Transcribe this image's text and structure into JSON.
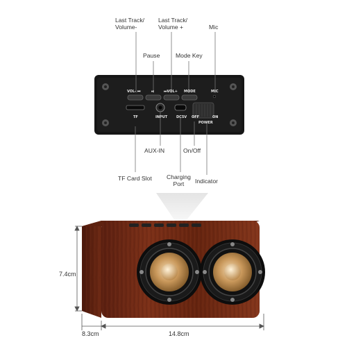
{
  "callouts": {
    "last_track_volume_minus": "Last Track/\nVolume-",
    "last_track_volume_plus": "Last Track/\nVolume +",
    "mic": "Mic",
    "pause": "Pause",
    "mode_key": "Mode Key",
    "aux_in": "AUX-IN",
    "on_off": "On/Off",
    "tf_card_slot": "TF Card Slot",
    "charging_port": "Charging\nPort",
    "indicator": "Indicator"
  },
  "panel_labels": {
    "vol_minus": "VOL- ⏮",
    "play": "⏯",
    "vol_plus": "⏭VOL+",
    "mode": "MODE",
    "mic": "MIC",
    "tf": "TF",
    "input": "INPUT",
    "dc5v": "DC5V",
    "off": "OFF",
    "on": "ON",
    "power": "POWER"
  },
  "dimensions": {
    "height": "7.4cm",
    "depth": "8.3cm",
    "width": "14.8cm"
  },
  "colors": {
    "wood_dark": "#4a1a0e",
    "wood_mid": "#7a2c16",
    "panel": "#141414",
    "cone": "#c8a06a"
  }
}
